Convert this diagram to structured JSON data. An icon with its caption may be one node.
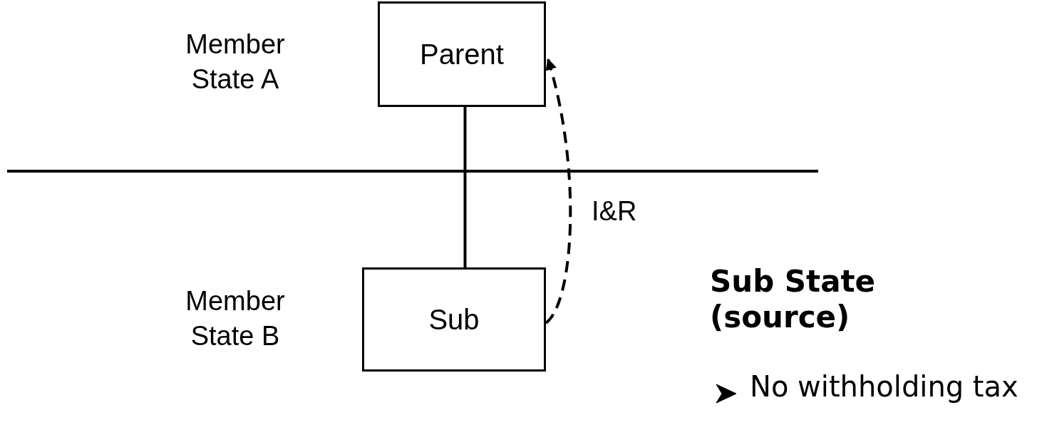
{
  "diagram": {
    "nodes": [
      {
        "text": [
          "Parent"
        ]
      },
      {
        "text": [
          "Sub"
        ]
      }
    ],
    "edges": [
      {
        "from": 0,
        "to": 1,
        "arrow": "none"
      },
      {
        "from": 1,
        "to": 0,
        "arrow": "to",
        "style": "dashed",
        "label": "I&R"
      }
    ],
    "labels": [
      "Member State A",
      "Member State B",
      "Sub State (source)",
      "No withholding tax"
    ]
  }
}
